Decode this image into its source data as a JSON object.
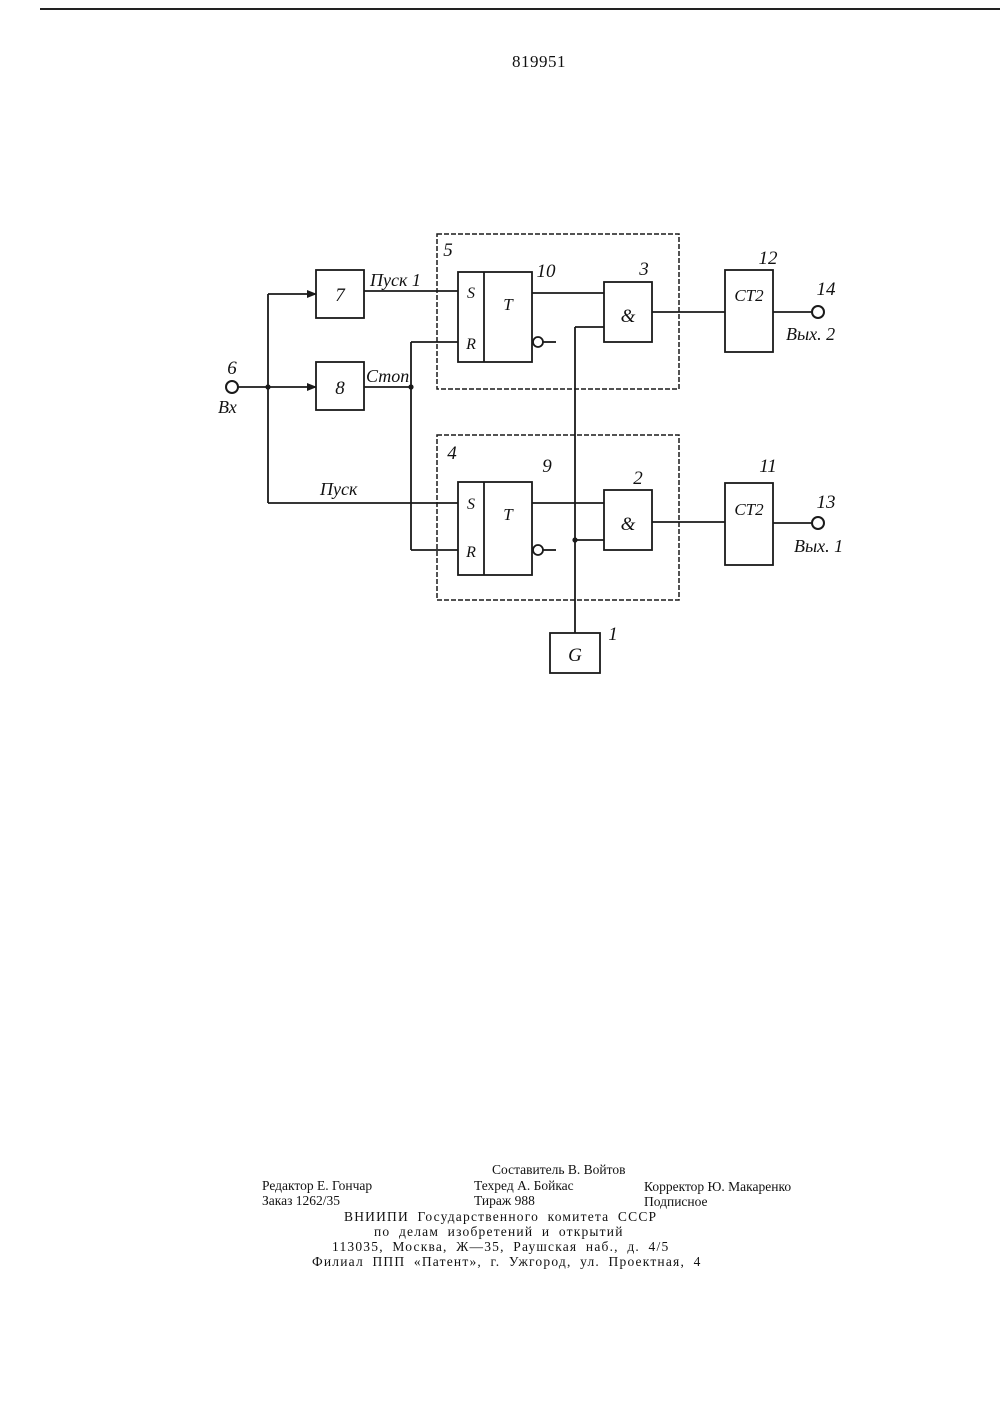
{
  "header": {
    "patent_number": "819951"
  },
  "diagram": {
    "groups": {
      "group_5": "5",
      "group_4": "4"
    },
    "blocks": {
      "b7": "7",
      "b8": "8",
      "generator": "G",
      "and3": "&",
      "and2": "&",
      "ct12": "CT2",
      "ct11": "CT2",
      "trig10": "T",
      "trig9": "T",
      "s": "S",
      "r": "R"
    },
    "numbers": {
      "n1": "1",
      "n2": "2",
      "n3": "3",
      "n9": "9",
      "n10": "10",
      "n11": "11",
      "n12": "12",
      "n13": "13",
      "n14": "14",
      "n6": "6"
    },
    "signals": {
      "pusk1": "Пуск 1",
      "stop": "Стоп",
      "pusk": "Пуск",
      "vx": "Вх",
      "out2": "Вых. 2",
      "out1": "Вых. 1"
    }
  },
  "footer": {
    "compiler": "Составитель В. Войтов",
    "editor": "Редактор Е. Гончар",
    "techred": "Техред А. Бойкас",
    "corrector": "Корректор Ю. Макаренко",
    "order": "Заказ 1262/35",
    "circulation": "Тираж 988",
    "subscription": "Подписное",
    "org_line1": "ВНИИПИ Государственного комитета СССР",
    "org_line2": "по делам изобретений и открытий",
    "address": "113035, Москва, Ж—35, Раушская наб., д. 4/5",
    "branch": "Филиал ППП «Патент», г. Ужгород, ул. Проектная, 4"
  }
}
